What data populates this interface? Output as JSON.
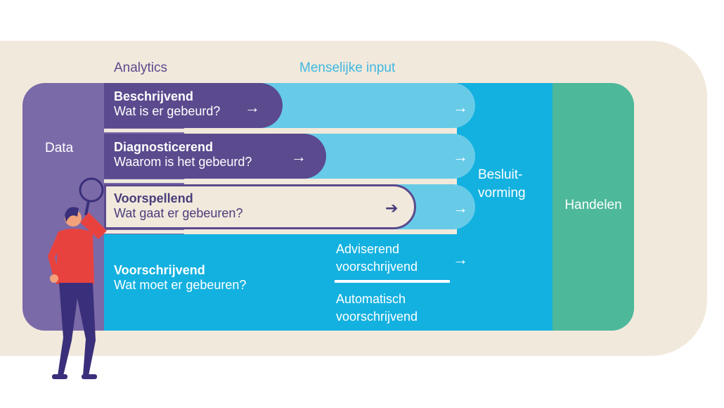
{
  "headers": {
    "analytics": "Analytics",
    "human_input": "Menselijke input"
  },
  "columns": {
    "data": "Data",
    "besluitvorming_line1": "Besluit-",
    "besluitvorming_line2": "vorming",
    "handelen": "Handelen"
  },
  "rows": [
    {
      "title": "Beschrijvend",
      "subtitle": "Wat is er gebeurd?"
    },
    {
      "title": "Diagnosticerend",
      "subtitle": "Waarom is het gebeurd?"
    },
    {
      "title": "Voorspellend",
      "subtitle": "Wat gaat er gebeuren?"
    },
    {
      "title": "Voorschrijvend",
      "subtitle": "Wat moet er gebeuren?"
    }
  ],
  "prescriptive_options": [
    {
      "line1": "Adviserend",
      "line2": "voorschrijvend"
    },
    {
      "line1": "Automatisch",
      "line2": "voorschrijvend"
    }
  ],
  "arrow_glyph": "→",
  "arrow_circle_glyph": "➔",
  "colors": {
    "purple_dark": "#5b4a8e",
    "purple_light": "#7b6aa8",
    "cyan": "#13b1e0",
    "cyan_light": "#67cbe8",
    "green": "#4db89a",
    "beige": "#f1e9dc",
    "person_shirt": "#e8423f",
    "person_pants": "#3a2f7a"
  },
  "icons": {
    "person": "person-with-magnifier-icon",
    "arrow": "arrow-right-icon"
  }
}
